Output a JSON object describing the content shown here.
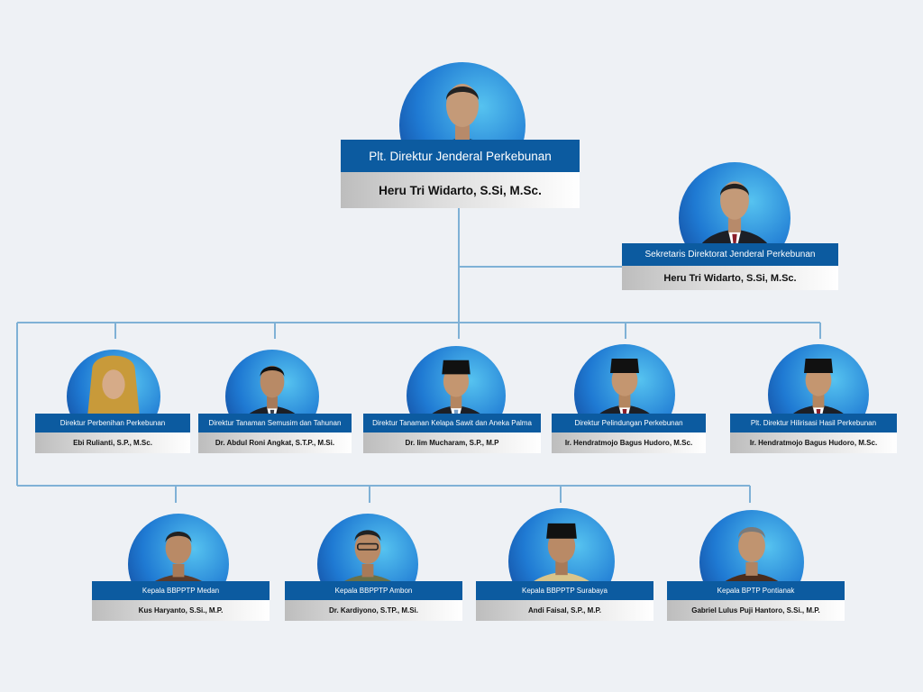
{
  "colors": {
    "background": "#eef1f5",
    "connector": "#7fb1d6",
    "title_bar": "#0c5ba0",
    "photo_ring": "#1f7ad3"
  },
  "director_general": {
    "title": "Plt. Direktur Jenderal Perkebunan",
    "name": "Heru Tri Widarto, S.Si, M.Sc."
  },
  "secretary": {
    "title": "Sekretaris Direktorat Jenderal Perkebunan",
    "name": "Heru Tri Widarto, S.Si, M.Sc."
  },
  "directors": [
    {
      "title": "Direktur Perbenihan Perkebunan",
      "name": "Ebi Rulianti, S.P., M.Sc."
    },
    {
      "title": "Direktur Tanaman Semusim dan Tahunan",
      "name": "Dr. Abdul Roni Angkat, S.T.P., M.Si."
    },
    {
      "title": "Direktur Tanaman Kelapa Sawit dan Aneka Palma",
      "name": "Dr. Iim Mucharam, S.P., M.P"
    },
    {
      "title": "Direktur Pelindungan Perkebunan",
      "name": "Ir. Hendratmojo Bagus Hudoro, M.Sc."
    },
    {
      "title": "Plt. Direktur Hilirisasi Hasil Perkebunan",
      "name": "Ir. Hendratmojo Bagus Hudoro, M.Sc."
    }
  ],
  "heads": [
    {
      "title": "Kepala BBPPTP Medan",
      "name": "Kus Haryanto, S.Si., M.P."
    },
    {
      "title": "Kepala BBPPTP Ambon",
      "name": "Dr. Kardiyono, S.TP., M.Si."
    },
    {
      "title": "Kepala BBPPTP Surabaya",
      "name": "Andi Faisal, S.P., M.P."
    },
    {
      "title": "Kepala BPTP Pontianak",
      "name": "Gabriel Lulus Puji Hantoro, S.Si., M.P."
    }
  ]
}
